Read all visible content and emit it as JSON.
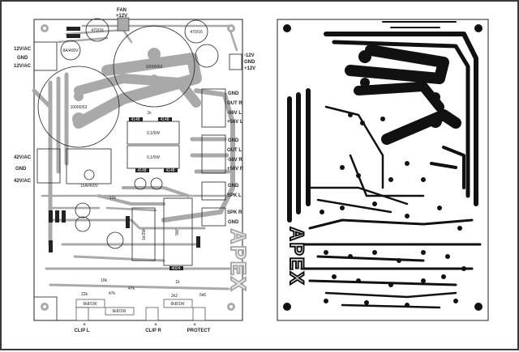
{
  "left_board": {
    "title": "Component side (silkscreen)",
    "connectors": {
      "fan": "FAN",
      "fan_voltage": "+12V",
      "ac12_top": "12V/AC",
      "ac12_gnd": "GND",
      "ac12_bottom": "12V/AC",
      "aux_neg": "-12V",
      "aux_gnd": "GND",
      "aux_pos": "+12V",
      "out_r_gnd": "GND",
      "out_r": "OUT R",
      "neg56_l": "-56V L",
      "pos56_l": "+56V L",
      "out_l_gnd": "GND",
      "out_l": "OUT L",
      "neg56_r": "-56V R",
      "pos56_r": "+56V R",
      "ac42_top": "42V/AC",
      "ac42_gnd": "GND",
      "ac42_bottom": "42V/AC",
      "spk_l_gnd": "GND",
      "spk_l": "SPK L",
      "spk_r": "SPK R",
      "spk_r_gnd": "GND",
      "clip_l": "CLIP L",
      "clip_r": "CLIP R",
      "protect": "PROTECT",
      "plus": "+"
    },
    "components": {
      "cap_big_1": "10000/63",
      "cap_big_2": "10000/63",
      "res_1": "0,1/5W",
      "res_2": "0,1/5W",
      "res_1k": "1k",
      "diode_a": "4148",
      "diode_b": "4148",
      "diode_c": "4148",
      "diode_d": "4148",
      "bridge_small": "8A/400V",
      "bridge_big": "15A/400V",
      "cap_470_a": "470/16",
      "cap_470_b": "470/16",
      "res_6k8_a": "6k8/1W",
      "res_6k8_b": "6k8/1W",
      "res_6k8_c": "6k8/1W",
      "res_22k": "22k",
      "res_47k_a": "47k",
      "res_47k_b": "47k",
      "res_10k": "10k",
      "res_12k": "12k",
      "res_2k2": "2k2",
      "diode_4004": "4004",
      "res_1k_b": "1k",
      "res_5k6": "5k6",
      "res_1k2w": "1k/2W",
      "res_5w": "5W"
    },
    "logo": "APEX"
  },
  "right_board": {
    "title": "Copper side (traces)"
  },
  "colors": {
    "silk_trace": "#a9a9a9",
    "copper_trace": "#111111",
    "frame": "#3a3a3a"
  }
}
